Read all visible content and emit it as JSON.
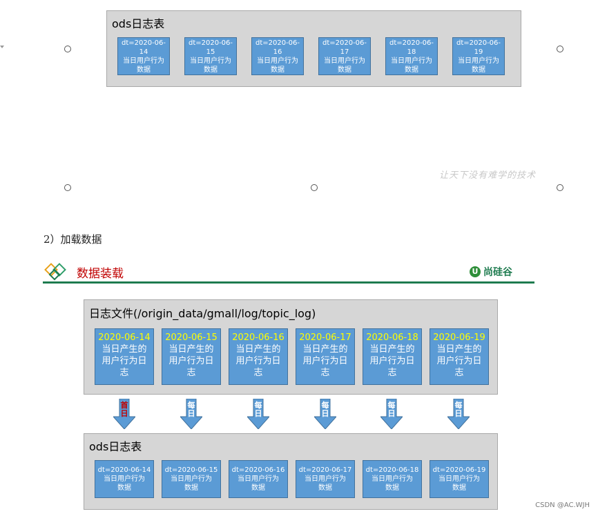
{
  "top_panel": {
    "title": "ods日志表",
    "cells": [
      {
        "line1": "dt=2020-06-14",
        "line2": "当日用户行为",
        "line3": "数据"
      },
      {
        "line1": "dt=2020-06-15",
        "line2": "当日用户行为",
        "line3": "数据"
      },
      {
        "line1": "dt=2020-06-16",
        "line2": "当日用户行为",
        "line3": "数据"
      },
      {
        "line1": "dt=2020-06-17",
        "line2": "当日用户行为",
        "line3": "数据"
      },
      {
        "line1": "dt=2020-06-18",
        "line2": "当日用户行为",
        "line3": "数据"
      },
      {
        "line1": "dt=2020-06-19",
        "line2": "当日用户行为",
        "line3": "数据"
      }
    ]
  },
  "watermark": "让天下没有难学的技术",
  "step_label": "2）加载数据",
  "section": {
    "title": "数据装载",
    "brand": "尚硅谷",
    "brand_icon": "U"
  },
  "log_panel": {
    "title": "日志文件(/origin_data/gmall/log/topic_log)",
    "cells": [
      {
        "date": "2020-06-14",
        "text1": "当日产生的",
        "text2": "用户行为日",
        "text3": "志"
      },
      {
        "date": "2020-06-15",
        "text1": "当日产生的",
        "text2": "用户行为日",
        "text3": "志"
      },
      {
        "date": "2020-06-16",
        "text1": "当日产生的",
        "text2": "用户行为日",
        "text3": "志"
      },
      {
        "date": "2020-06-17",
        "text1": "当日产生的",
        "text2": "用户行为日",
        "text3": "志"
      },
      {
        "date": "2020-06-18",
        "text1": "当日产生的",
        "text2": "用户行为日",
        "text3": "志"
      },
      {
        "date": "2020-06-19",
        "text1": "当日产生的",
        "text2": "用户行为日",
        "text3": "志"
      }
    ]
  },
  "arrows": [
    {
      "line1": "首",
      "line2": "日"
    },
    {
      "line1": "每",
      "line2": "日"
    },
    {
      "line1": "每",
      "line2": "日"
    },
    {
      "line1": "每",
      "line2": "日"
    },
    {
      "line1": "每",
      "line2": "日"
    },
    {
      "line1": "每",
      "line2": "日"
    }
  ],
  "bottom_panel": {
    "title": "ods日志表",
    "cells": [
      {
        "line1": "dt=2020-06-14",
        "line2": "当日用户行为",
        "line3": "数据"
      },
      {
        "line1": "dt=2020-06-15",
        "line2": "当日用户行为",
        "line3": "数据"
      },
      {
        "line1": "dt=2020-06-16",
        "line2": "当日用户行为",
        "line3": "数据"
      },
      {
        "line1": "dt=2020-06-17",
        "line2": "当日用户行为",
        "line3": "数据"
      },
      {
        "line1": "dt=2020-06-18",
        "line2": "当日用户行为",
        "line3": "数据"
      },
      {
        "line1": "dt=2020-06-19",
        "line2": "当日用户行为",
        "line3": "数据"
      }
    ]
  },
  "footer": "CSDN @AC.WJH",
  "colors": {
    "cell_fill": "#5b9bd5",
    "date_highlight": "#ffff00",
    "section_title": "#c00000",
    "brand_green": "#1e7b4f",
    "arrow_fill": "#5b9bd5"
  }
}
